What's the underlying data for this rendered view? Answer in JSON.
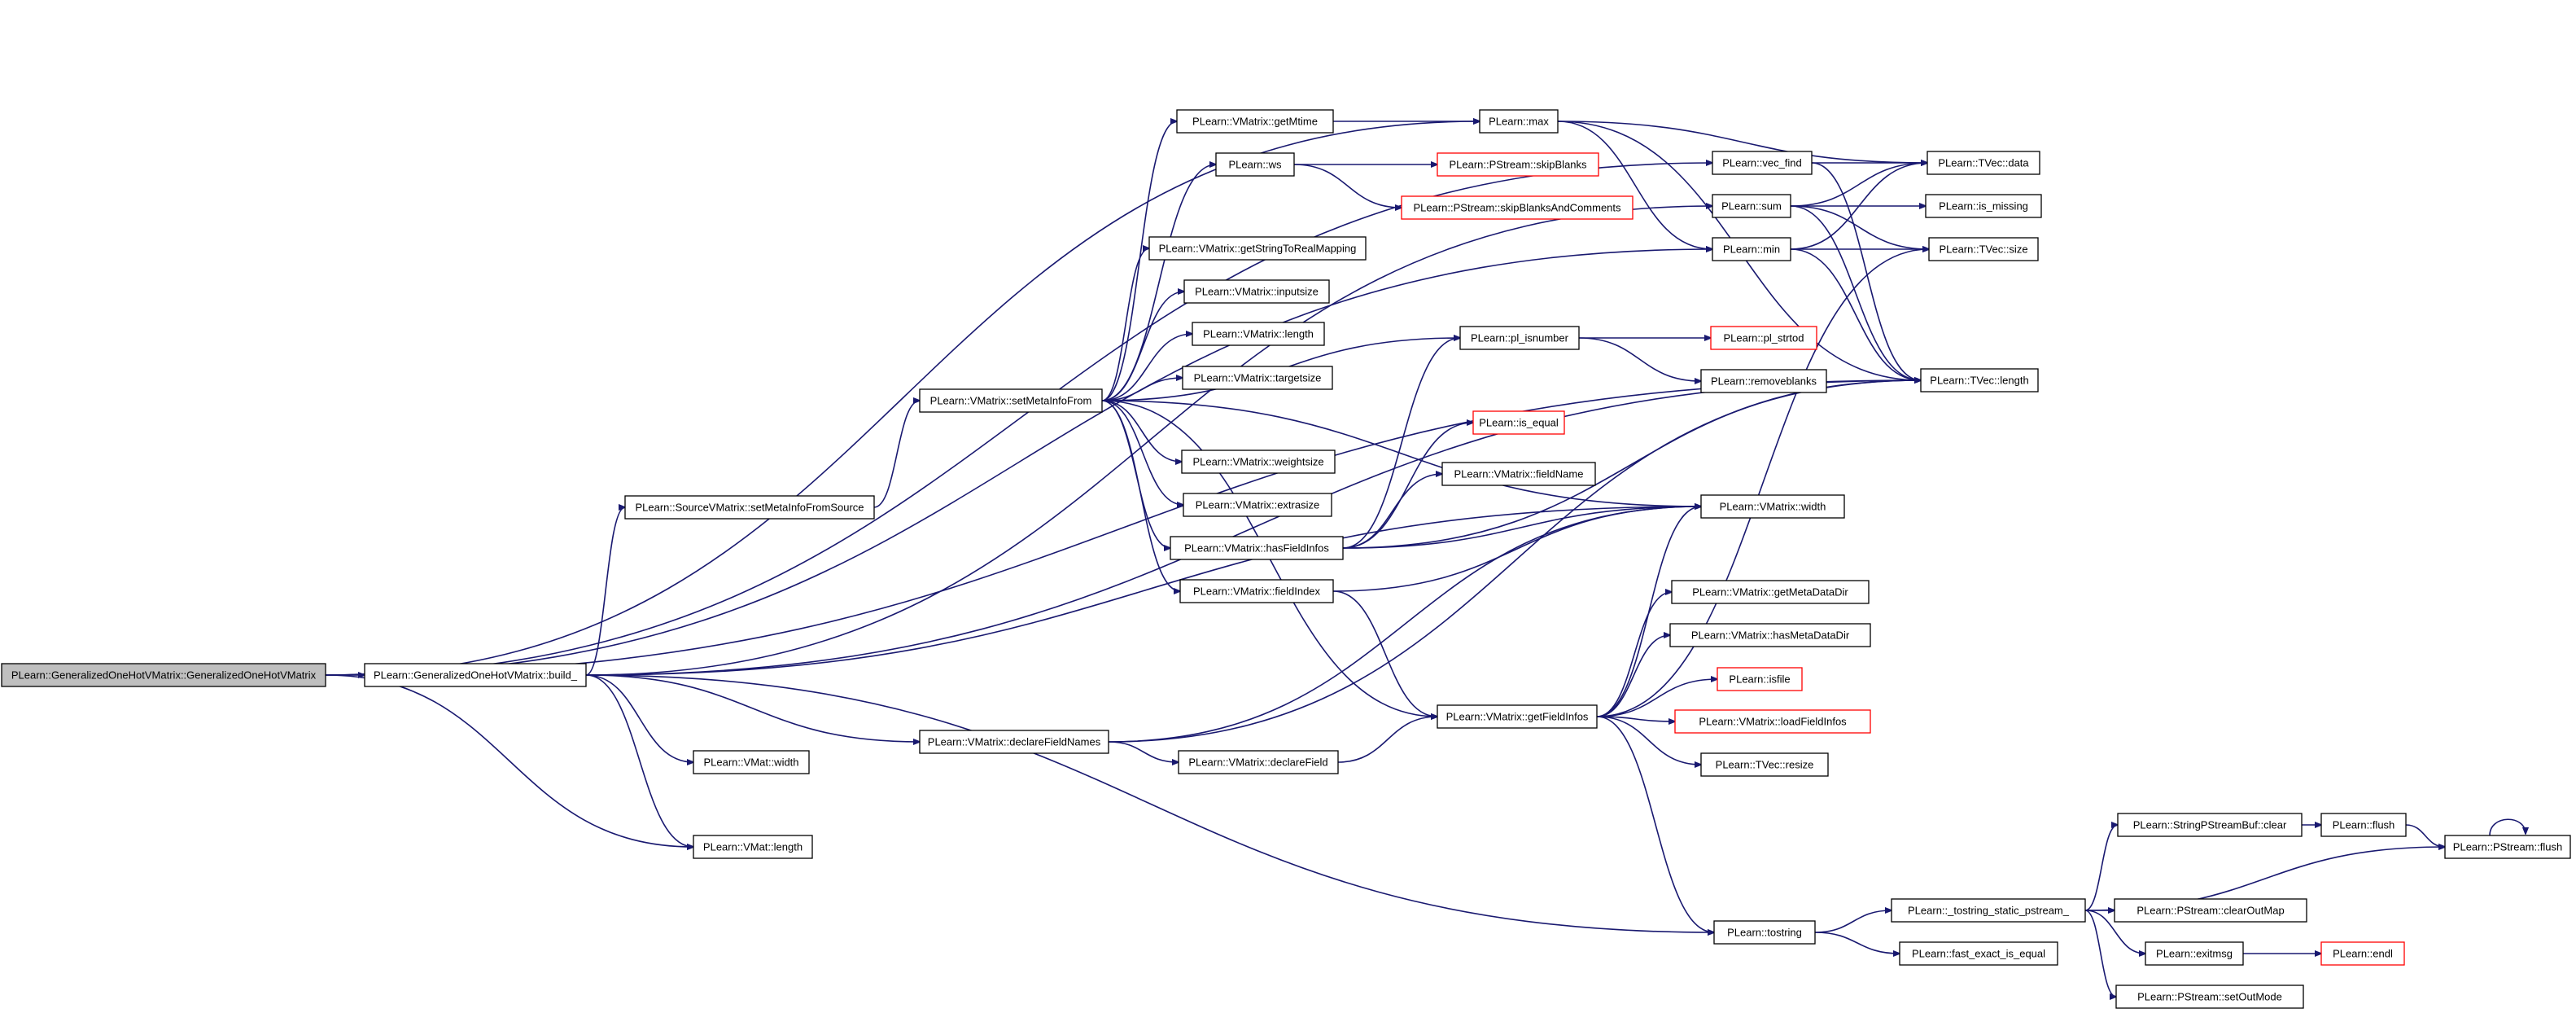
{
  "colors": {
    "edge": "#191970",
    "border": "#000000",
    "border_truncated": "#ff0000",
    "root_fill": "#bfbfbf",
    "background": "#ffffff"
  },
  "nodes": [
    {
      "id": "root",
      "label": "PLearn::GeneralizedOneHotVMatrix::GeneralizedOneHotVMatrix",
      "style": "root"
    },
    {
      "id": "build",
      "label": "PLearn::GeneralizedOneHotVMatrix::build_",
      "style": "normal"
    },
    {
      "id": "srcSetMeta",
      "label": "PLearn::SourceVMatrix::setMetaInfoFromSource",
      "style": "normal"
    },
    {
      "id": "vmatWidth",
      "label": "PLearn::VMat::width",
      "style": "normal"
    },
    {
      "id": "vmatLength",
      "label": "PLearn::VMat::length",
      "style": "normal"
    },
    {
      "id": "setMeta",
      "label": "PLearn::VMatrix::setMetaInfoFrom",
      "style": "normal"
    },
    {
      "id": "declFieldNames",
      "label": "PLearn::VMatrix::declareFieldNames",
      "style": "normal"
    },
    {
      "id": "getMtime",
      "label": "PLearn::VMatrix::getMtime",
      "style": "normal"
    },
    {
      "id": "ws",
      "label": "PLearn::ws",
      "style": "normal"
    },
    {
      "id": "getStrMap",
      "label": "PLearn::VMatrix::getStringToRealMapping",
      "style": "normal"
    },
    {
      "id": "inputsize",
      "label": "PLearn::VMatrix::inputsize",
      "style": "normal"
    },
    {
      "id": "vmLength",
      "label": "PLearn::VMatrix::length",
      "style": "normal"
    },
    {
      "id": "targetsize",
      "label": "PLearn::VMatrix::targetsize",
      "style": "normal"
    },
    {
      "id": "weightsize",
      "label": "PLearn::VMatrix::weightsize",
      "style": "normal"
    },
    {
      "id": "extrasize",
      "label": "PLearn::VMatrix::extrasize",
      "style": "normal"
    },
    {
      "id": "hasFieldInfos",
      "label": "PLearn::VMatrix::hasFieldInfos",
      "style": "normal"
    },
    {
      "id": "fieldIndex",
      "label": "PLearn::VMatrix::fieldIndex",
      "style": "normal"
    },
    {
      "id": "declField",
      "label": "PLearn::VMatrix::declareField",
      "style": "normal"
    },
    {
      "id": "max",
      "label": "PLearn::max",
      "style": "normal"
    },
    {
      "id": "skipBlanks",
      "label": "PLearn::PStream::skipBlanks",
      "style": "truncated"
    },
    {
      "id": "skipBC",
      "label": "PLearn::PStream::skipBlanksAndComments",
      "style": "truncated"
    },
    {
      "id": "plIsnumber",
      "label": "PLearn::pl_isnumber",
      "style": "normal"
    },
    {
      "id": "isEqual",
      "label": "PLearn::is_equal",
      "style": "truncated"
    },
    {
      "id": "fieldName",
      "label": "PLearn::VMatrix::fieldName",
      "style": "normal"
    },
    {
      "id": "getFieldInfos",
      "label": "PLearn::VMatrix::getFieldInfos",
      "style": "normal"
    },
    {
      "id": "plStrtod",
      "label": "PLearn::pl_strtod",
      "style": "truncated"
    },
    {
      "id": "removeblanks",
      "label": "PLearn::removeblanks",
      "style": "normal"
    },
    {
      "id": "vecFind",
      "label": "PLearn::vec_find",
      "style": "normal"
    },
    {
      "id": "sum",
      "label": "PLearn::sum",
      "style": "normal"
    },
    {
      "id": "min",
      "label": "PLearn::min",
      "style": "normal"
    },
    {
      "id": "vmWidth",
      "label": "PLearn::VMatrix::width",
      "style": "normal"
    },
    {
      "id": "getMetaDataDir",
      "label": "PLearn::VMatrix::getMetaDataDir",
      "style": "normal"
    },
    {
      "id": "hasMetaDataDir",
      "label": "PLearn::VMatrix::hasMetaDataDir",
      "style": "normal"
    },
    {
      "id": "isfile",
      "label": "PLearn::isfile",
      "style": "truncated"
    },
    {
      "id": "loadFieldInfos",
      "label": "PLearn::VMatrix::loadFieldInfos",
      "style": "truncated"
    },
    {
      "id": "tvecResize",
      "label": "PLearn::TVec::resize",
      "style": "normal"
    },
    {
      "id": "tostring",
      "label": "PLearn::tostring",
      "style": "normal"
    },
    {
      "id": "tvecData",
      "label": "PLearn::TVec::data",
      "style": "normal"
    },
    {
      "id": "isMissing",
      "label": "PLearn::is_missing",
      "style": "normal"
    },
    {
      "id": "tvecSize",
      "label": "PLearn::TVec::size",
      "style": "normal"
    },
    {
      "id": "tvecLength",
      "label": "PLearn::TVec::length",
      "style": "normal"
    },
    {
      "id": "tsps",
      "label": "PLearn::_tostring_static_pstream_",
      "style": "normal"
    },
    {
      "id": "fastExact",
      "label": "PLearn::fast_exact_is_equal",
      "style": "normal"
    },
    {
      "id": "spsbClear",
      "label": "PLearn::StringPStreamBuf::clear",
      "style": "normal"
    },
    {
      "id": "clearOutMap",
      "label": "PLearn::PStream::clearOutMap",
      "style": "normal"
    },
    {
      "id": "exitmsg",
      "label": "PLearn::exitmsg",
      "style": "normal"
    },
    {
      "id": "setOutMode",
      "label": "PLearn::PStream::setOutMode",
      "style": "normal"
    },
    {
      "id": "flush",
      "label": "PLearn::flush",
      "style": "normal"
    },
    {
      "id": "endl",
      "label": "PLearn::endl",
      "style": "truncated"
    },
    {
      "id": "psFlush",
      "label": "PLearn::PStream::flush",
      "style": "normal"
    }
  ],
  "edges": [
    [
      "root",
      "build"
    ],
    [
      "root",
      "vecFind"
    ],
    [
      "root",
      "max"
    ],
    [
      "root",
      "min"
    ],
    [
      "root",
      "vmatLength"
    ],
    [
      "root",
      "tvecLength"
    ],
    [
      "build",
      "srcSetMeta"
    ],
    [
      "build",
      "vmatWidth"
    ],
    [
      "build",
      "vmatLength"
    ],
    [
      "build",
      "declFieldNames"
    ],
    [
      "build",
      "vmWidth"
    ],
    [
      "build",
      "tostring"
    ],
    [
      "build",
      "tvecLength"
    ],
    [
      "build",
      "sum"
    ],
    [
      "srcSetMeta",
      "setMeta"
    ],
    [
      "setMeta",
      "getMtime"
    ],
    [
      "setMeta",
      "ws"
    ],
    [
      "setMeta",
      "getStrMap"
    ],
    [
      "setMeta",
      "inputsize"
    ],
    [
      "setMeta",
      "vmLength"
    ],
    [
      "setMeta",
      "targetsize"
    ],
    [
      "setMeta",
      "weightsize"
    ],
    [
      "setMeta",
      "extrasize"
    ],
    [
      "setMeta",
      "hasFieldInfos"
    ],
    [
      "setMeta",
      "fieldIndex"
    ],
    [
      "setMeta",
      "getFieldInfos"
    ],
    [
      "setMeta",
      "vmWidth"
    ],
    [
      "setMeta",
      "plIsnumber"
    ],
    [
      "getMtime",
      "max"
    ],
    [
      "ws",
      "skipBlanks"
    ],
    [
      "ws",
      "skipBC"
    ],
    [
      "hasFieldInfos",
      "plIsnumber"
    ],
    [
      "hasFieldInfos",
      "isEqual"
    ],
    [
      "hasFieldInfos",
      "fieldName"
    ],
    [
      "hasFieldInfos",
      "vmWidth"
    ],
    [
      "hasFieldInfos",
      "tvecLength"
    ],
    [
      "fieldIndex",
      "vmWidth"
    ],
    [
      "fieldIndex",
      "getFieldInfos"
    ],
    [
      "declFieldNames",
      "declField"
    ],
    [
      "declFieldNames",
      "vmWidth"
    ],
    [
      "declFieldNames",
      "tvecLength"
    ],
    [
      "declField",
      "getFieldInfos"
    ],
    [
      "max",
      "tvecData"
    ],
    [
      "max",
      "min"
    ],
    [
      "max",
      "tvecLength"
    ],
    [
      "plIsnumber",
      "plStrtod"
    ],
    [
      "plIsnumber",
      "removeblanks"
    ],
    [
      "getFieldInfos",
      "vmWidth"
    ],
    [
      "getFieldInfos",
      "getMetaDataDir"
    ],
    [
      "getFieldInfos",
      "hasMetaDataDir"
    ],
    [
      "getFieldInfos",
      "isfile"
    ],
    [
      "getFieldInfos",
      "loadFieldInfos"
    ],
    [
      "getFieldInfos",
      "tvecResize"
    ],
    [
      "getFieldInfos",
      "tostring"
    ],
    [
      "getFieldInfos",
      "tvecSize"
    ],
    [
      "vecFind",
      "tvecData"
    ],
    [
      "vecFind",
      "tvecLength"
    ],
    [
      "sum",
      "tvecData"
    ],
    [
      "sum",
      "isMissing"
    ],
    [
      "sum",
      "tvecSize"
    ],
    [
      "sum",
      "tvecLength"
    ],
    [
      "min",
      "tvecData"
    ],
    [
      "min",
      "tvecSize"
    ],
    [
      "min",
      "tvecLength"
    ],
    [
      "tostring",
      "tsps"
    ],
    [
      "tostring",
      "fastExact"
    ],
    [
      "tsps",
      "spsbClear"
    ],
    [
      "tsps",
      "clearOutMap"
    ],
    [
      "tsps",
      "exitmsg"
    ],
    [
      "tsps",
      "setOutMode"
    ],
    [
      "tsps",
      "psFlush"
    ],
    [
      "spsbClear",
      "flush"
    ],
    [
      "flush",
      "psFlush"
    ],
    [
      "exitmsg",
      "endl"
    ],
    [
      "psFlush",
      "psFlush"
    ]
  ]
}
